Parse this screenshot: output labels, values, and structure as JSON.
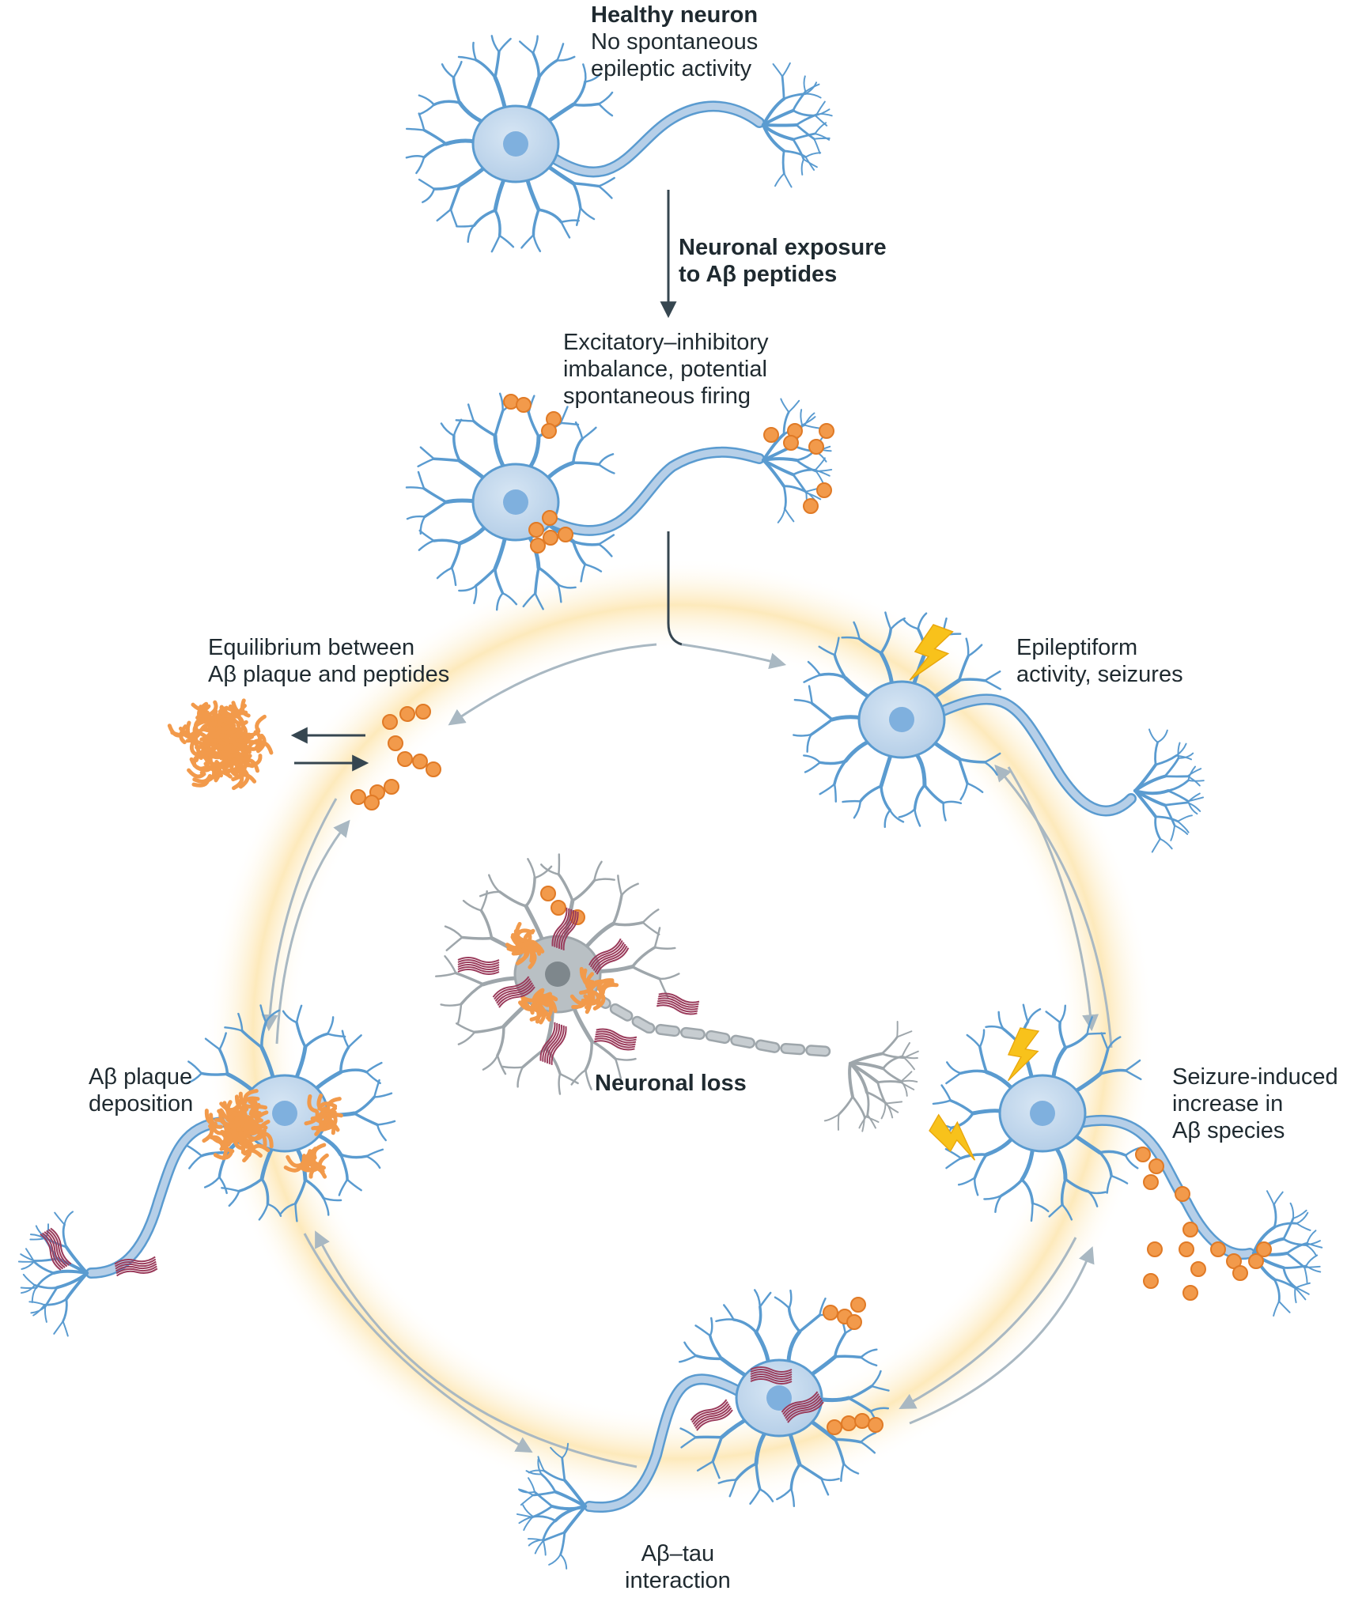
{
  "colors": {
    "neuron_fill": "#b6cfe8",
    "neuron_stroke": "#5a9bd0",
    "nucleus": "#7fb0de",
    "abeta": "#f29a4b",
    "abeta_stroke": "#e07a26",
    "tau": "#9a3b5b",
    "arrow_dark": "#364650",
    "arrow_light": "#a9b8c2",
    "glow": "#fde7b4",
    "dead_neuron": "#9ea6ab",
    "lightning": "#f8c21b"
  },
  "labels": {
    "healthy_title": "Healthy neuron",
    "healthy_desc": [
      "No spontaneous",
      "epileptic activity"
    ],
    "exposure": [
      "Neuronal exposure",
      "to Aβ peptides"
    ],
    "imbalance": [
      "Excitatory–inhibitory",
      "imbalance, potential",
      "spontaneous firing"
    ],
    "equilibrium": [
      "Equilibrium between",
      "Aβ plaque and peptides"
    ],
    "epileptiform": [
      "Epileptiform",
      "activity, seizures"
    ],
    "plaque_deposition": [
      "Aβ plaque",
      "deposition"
    ],
    "neuronal_loss": "Neuronal loss",
    "seizure_induced": [
      "Seizure-induced",
      "increase in",
      "Aβ species"
    ],
    "abeta_tau": [
      "Aβ–tau",
      "interaction"
    ]
  },
  "icons": {
    "neuron": "neuron-icon",
    "plaque": "amyloid-plaque-icon",
    "peptide": "abeta-peptide-icon",
    "tau": "tau-tangle-icon",
    "lightning": "lightning-bolt-icon",
    "dead_neuron": "degenerating-neuron-icon"
  }
}
